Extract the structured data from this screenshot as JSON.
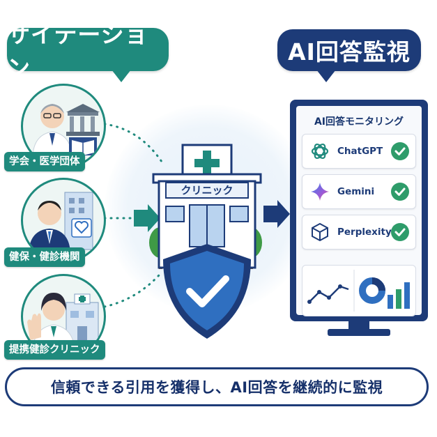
{
  "left_bubble": {
    "title": "サイテーション"
  },
  "right_bubble": {
    "title": "AI回答監視"
  },
  "sources": [
    {
      "label": "学会・医学団体"
    },
    {
      "label": "健保・健診機関"
    },
    {
      "label": "提携健診クリニック"
    }
  ],
  "clinic": {
    "sign": "クリニック"
  },
  "monitor": {
    "title": "AI回答モニタリング",
    "services": [
      {
        "name": "ChatGPT",
        "icon": "chatgpt-icon"
      },
      {
        "name": "Gemini",
        "icon": "gemini-icon"
      },
      {
        "name": "Perplexity",
        "icon": "perplexity-icon"
      }
    ]
  },
  "footer": {
    "text": "信頼できる引用を獲得し、AI回答を継続的に監視"
  },
  "colors": {
    "teal": "#1f8a7d",
    "navy": "#1d3b78",
    "shield_blue": "#2f6fc0",
    "check_green": "#2e9c6a"
  }
}
